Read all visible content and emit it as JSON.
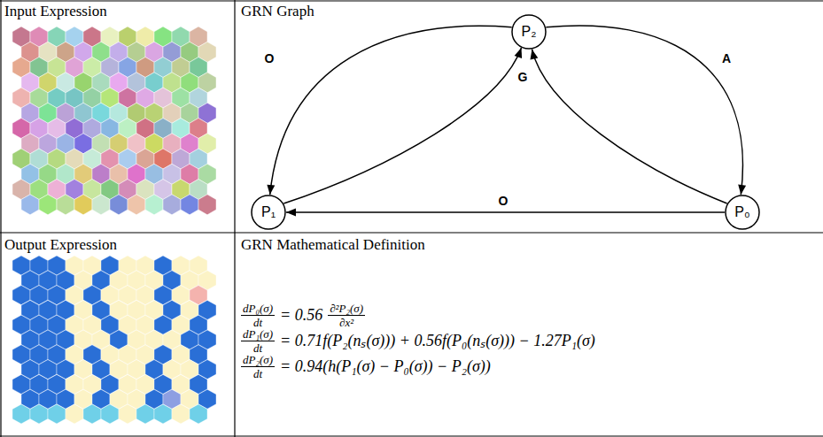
{
  "diagram": {
    "nodes": [
      {
        "text": [
          "P₂"
        ]
      },
      {
        "text": [
          "P₁"
        ]
      },
      {
        "text": [
          "P₀"
        ]
      }
    ],
    "edges": [
      {
        "from": 0,
        "to": 1,
        "arrow": "to",
        "label": "O"
      },
      {
        "from": 0,
        "to": 2,
        "arrow": "to",
        "label": "A"
      },
      {
        "from": 1,
        "to": 0,
        "arrow": "to",
        "label": "G"
      },
      {
        "from": 2,
        "to": 0,
        "arrow": "to"
      },
      {
        "from": 2,
        "to": 1,
        "arrow": "to",
        "label": "O"
      }
    ],
    "labels": [
      "Input Expression",
      "GRN Graph",
      "Output Expression",
      "GRN Mathematical Definition",
      "dP₀(σ)",
      "dt",
      "= 0.56",
      "∂²P₂(σ)",
      "∂x²",
      "dP₁(σ)",
      "dt",
      "= 0.71f(P₂(nₛ(σ))) + 0.56f(P₀(nₛ(σ))) − 1.27P₁(σ)",
      "dP₂(σ)",
      "dt",
      "= 0.94(h(P₁(σ) − P₀(σ)) − P₂(σ))"
    ]
  }
}
